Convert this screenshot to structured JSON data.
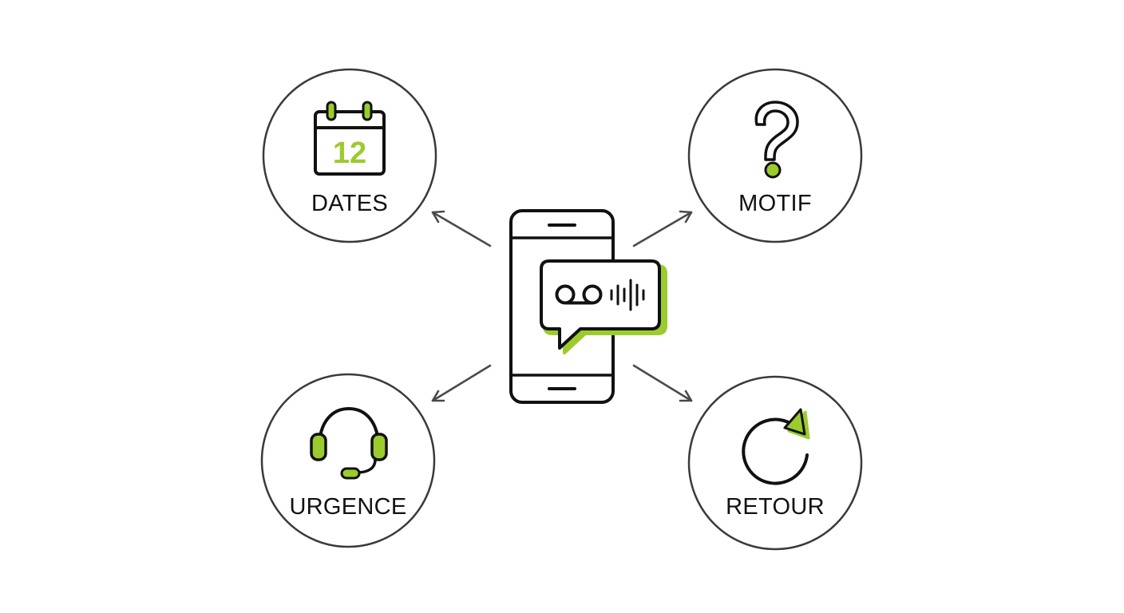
{
  "colors": {
    "ink": "#111111",
    "accent": "#9ccb2e",
    "circle_stroke": "#3a3a3a",
    "arrow": "#4a4a4a",
    "background": "#ffffff"
  },
  "center": {
    "icon": "smartphone-voicemail-icon"
  },
  "nodes": {
    "dates": {
      "label": "DATES",
      "icon": "calendar-icon",
      "day_number": "12"
    },
    "motif": {
      "label": "MOTIF",
      "icon": "question-mark-icon"
    },
    "urgence": {
      "label": "URGENCE",
      "icon": "headset-icon"
    },
    "retour": {
      "label": "RETOUR",
      "icon": "refresh-icon"
    }
  }
}
